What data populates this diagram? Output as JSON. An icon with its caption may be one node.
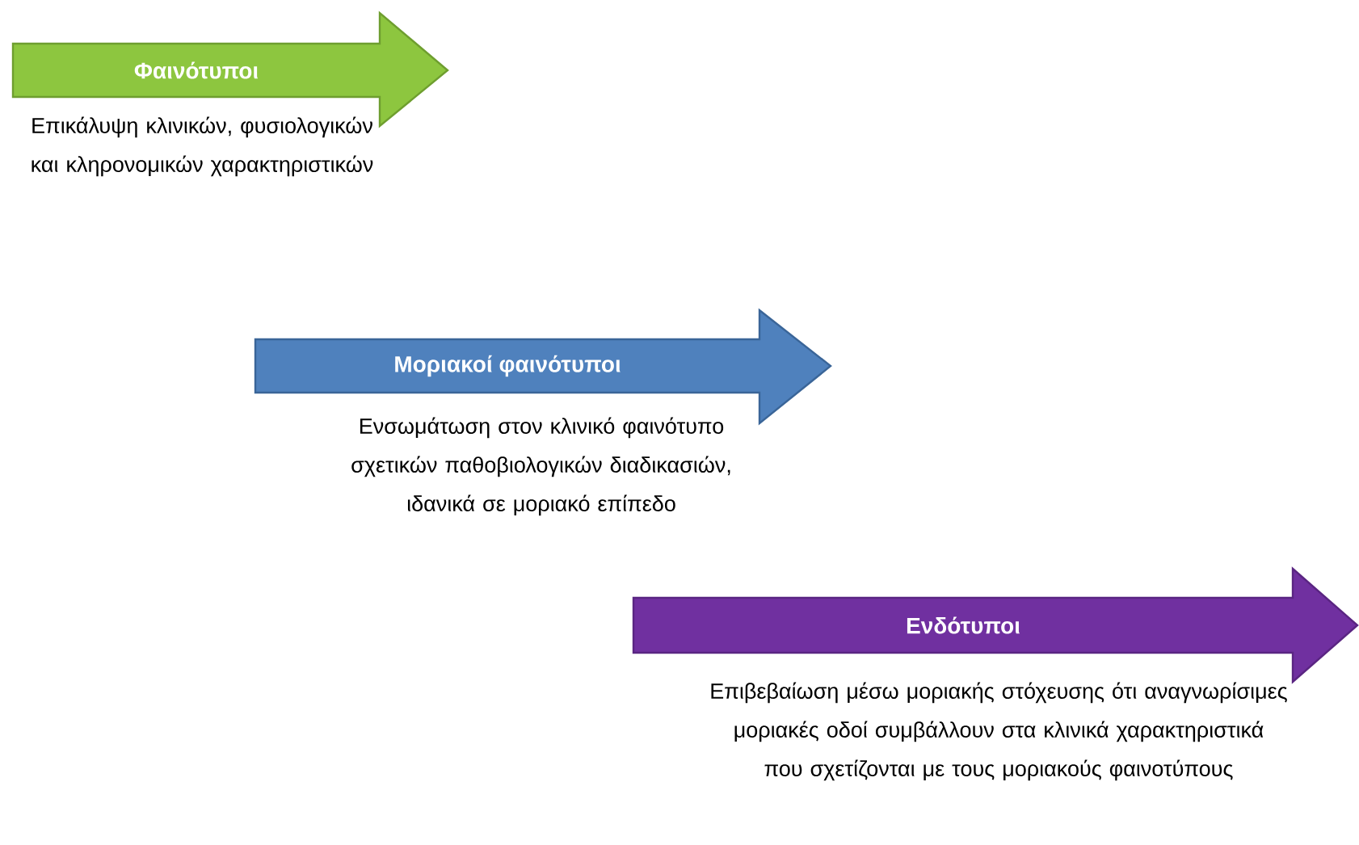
{
  "diagram": {
    "nodes": [
      {
        "text": [
          "Φαινότυποι"
        ],
        "beside": [
          "Επικάλυψη κλινικών, φυσιολογικών και κληρονομικών χαρακτηριστικών"
        ]
      },
      {
        "text": [
          "Μοριακοί φαινότυποι"
        ],
        "beside": [
          "Ενσωμάτωση στον κλινικό φαινότυπο σχετικών παθοβιολογικών διαδικασιών, ιδανικά σε μοριακό επίπεδο"
        ]
      },
      {
        "text": [
          "Ενδότυποι"
        ],
        "beside": [
          "Επιβεβαίωση μέσω μοριακής στόχευσης ότι αναγνωρίσιμες μοριακές οδοί συμβάλλουν στα κλινικά χαρακτηριστικά που σχετίζονται με τους μοριακούς φαινοτύπους"
        ]
      }
    ],
    "edges": []
  }
}
